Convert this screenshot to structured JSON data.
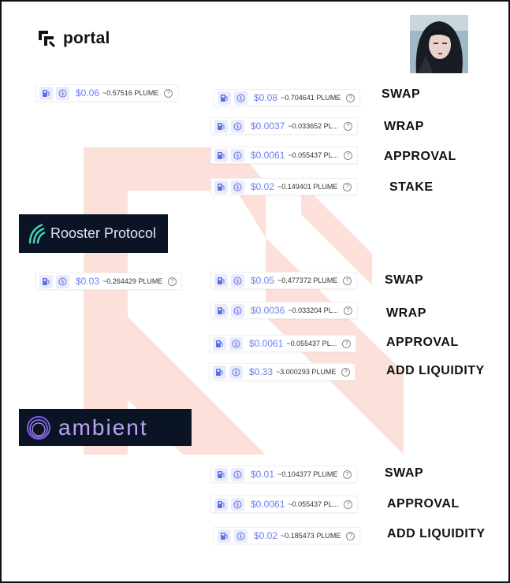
{
  "portal": {
    "brand": "portal",
    "total": {
      "usd": "$0.06",
      "plume": "~0.57516 PLUME"
    },
    "steps": [
      {
        "usd": "$0.08",
        "plume": "~0.704641 PLUME",
        "action": "SWAP"
      },
      {
        "usd": "$0.0037",
        "plume": "~0.033652 PL...",
        "action": "WRAP"
      },
      {
        "usd": "$0.0061",
        "plume": "~0.055437 PL...",
        "action": "APPROVAL"
      },
      {
        "usd": "$0.02",
        "plume": "~0.149401 PLUME",
        "action": "STAKE"
      }
    ]
  },
  "rooster": {
    "brand": "Rooster Protocol",
    "total": {
      "usd": "$0.03",
      "plume": "~0.264429 PLUME"
    },
    "steps": [
      {
        "usd": "$0.05",
        "plume": "~0.477372 PLUME",
        "action": "SWAP"
      },
      {
        "usd": "$0.0036",
        "plume": "~0.033204 PL...",
        "action": "WRAP"
      },
      {
        "usd": "$0.0061",
        "plume": "~0.055437 PL...",
        "action": "APPROVAL"
      },
      {
        "usd": "$0.33",
        "plume": "~3.000293 PLUME",
        "action": "ADD LIQUIDITY"
      }
    ]
  },
  "ambient": {
    "brand": "ambient",
    "steps": [
      {
        "usd": "$0.01",
        "plume": "~0.104377 PLUME",
        "action": "SWAP"
      },
      {
        "usd": "$0.0061",
        "plume": "~0.055437 PL...",
        "action": "APPROVAL"
      },
      {
        "usd": "$0.02",
        "plume": "~0.185473 PLUME",
        "action": "ADD LIQUIDITY"
      }
    ]
  },
  "help_glyph": "?",
  "icons": [
    "gas-pump-icon",
    "coin-dollar-icon",
    "help-icon",
    "portal-logo-icon",
    "rooster-logo-icon",
    "ambient-logo-icon"
  ],
  "colors": {
    "usd": "#6b7ff0",
    "watermark": "#f26a47",
    "brand_bg": "#0b1424"
  }
}
